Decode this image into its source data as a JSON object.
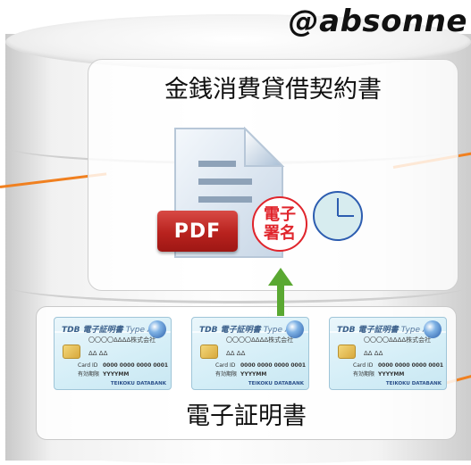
{
  "brand": {
    "text": "@absonne"
  },
  "contract": {
    "title": "金銭消費貸借契約書",
    "pdf_label": "PDF",
    "seal": {
      "line1": "電子",
      "line2": "署名"
    }
  },
  "certificates": {
    "label": "電子証明書",
    "cards": [
      {
        "title": "TDB 電子証明書",
        "type": "Type A",
        "company": "〇〇〇〇ΔΔΔΔ株式会社",
        "name": "ΔΔ ΔΔ",
        "card_id_label": "Card ID",
        "card_id": "0000 0000 0000 0001",
        "validity_label": "有効期限",
        "validity": "YYYYMM",
        "issuer": "TEIKOKU DATABANK"
      },
      {
        "title": "TDB 電子証明書",
        "type": "Type A",
        "company": "〇〇〇〇ΔΔΔΔ株式会社",
        "name": "ΔΔ ΔΔ",
        "card_id_label": "Card ID",
        "card_id": "0000 0000 0000 0001",
        "validity_label": "有効期限",
        "validity": "YYYYMM",
        "issuer": "TEIKOKU DATABANK"
      },
      {
        "title": "TDB 電子証明書",
        "type": "Type A",
        "company": "〇〇〇〇ΔΔΔΔ株式会社",
        "name": "ΔΔ ΔΔ",
        "card_id_label": "Card ID",
        "card_id": "0000 0000 0000 0001",
        "validity_label": "有効期限",
        "validity": "YYYYMM",
        "issuer": "TEIKOKU DATABANK"
      }
    ]
  },
  "colors": {
    "accent_orange": "#f08020",
    "arrow_green": "#5aa832",
    "seal_red": "#e0252c",
    "clock_blue": "#2d5db0",
    "pdf_red": "#b8221e"
  },
  "icons": [
    "document-icon",
    "pdf-badge",
    "signature-seal",
    "clock-icon",
    "up-arrow-icon",
    "certificate-card"
  ]
}
